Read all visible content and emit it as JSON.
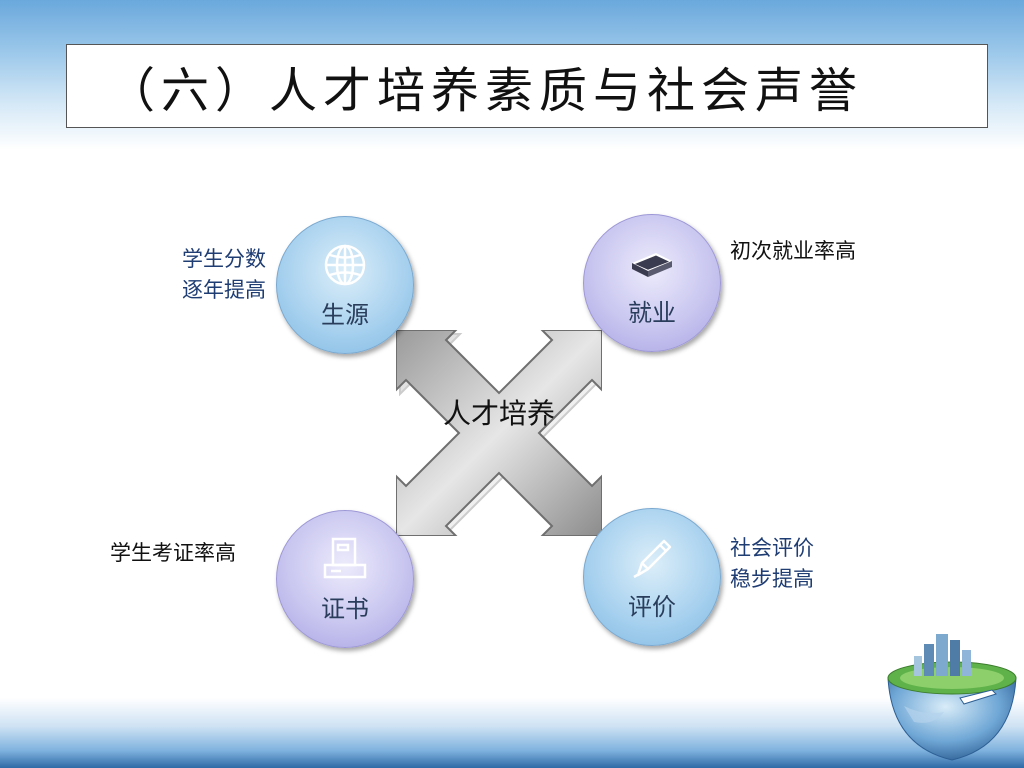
{
  "title": "（六）人才培养素质与社会声誉",
  "center": {
    "label": "人才培养"
  },
  "nodes": {
    "source": {
      "label": "生源",
      "icon": "globe-icon",
      "note": [
        "学生分数",
        "逐年提高"
      ]
    },
    "employment": {
      "label": "就业",
      "icon": "book-icon",
      "note": [
        "初次就业率高"
      ]
    },
    "certificate": {
      "label": "证书",
      "icon": "printer-icon",
      "note": [
        "学生考证率高"
      ]
    },
    "evaluation": {
      "label": "评价",
      "icon": "pen-icon",
      "note": [
        "社会评价",
        "稳步提高"
      ]
    }
  },
  "colors": {
    "blue_circle": "#a9d2ef",
    "purple_circle": "#c9c6f0",
    "note_blue": "#1f3d73",
    "arrow_gray": "#b8b8b8"
  }
}
